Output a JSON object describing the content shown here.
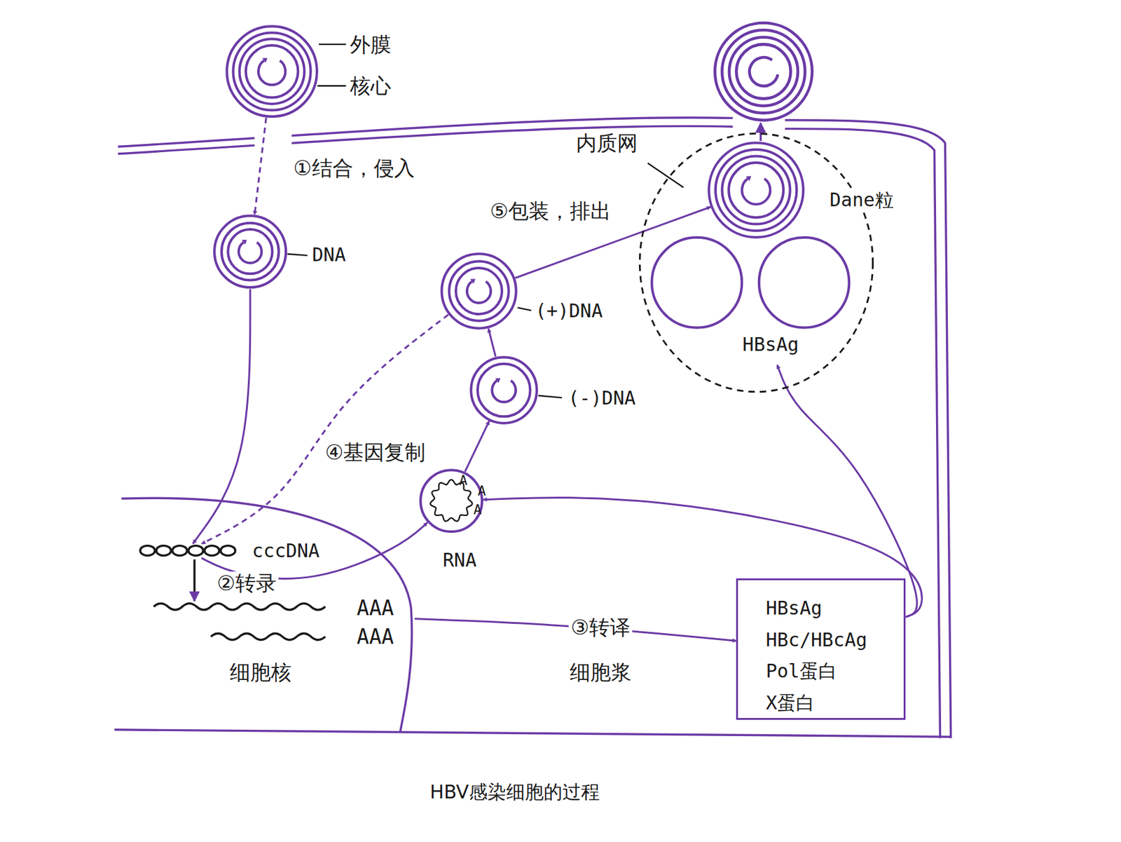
{
  "diagram": {
    "caption": "HBV感染细胞的过程",
    "nodes": [
      {
        "text": [
          "外膜",
          "核心"
        ]
      },
      {
        "text": [
          "DNA"
        ]
      },
      {
        "text": [
          "细胞核"
        ]
      },
      {
        "text": [
          "cccDNA"
        ],
        "in": 2
      },
      {
        "text": [
          "RNA"
        ]
      },
      {
        "text": [
          "(-)DNA"
        ]
      },
      {
        "text": [
          "(+)DNA"
        ]
      },
      {
        "text": [
          "内质网"
        ]
      },
      {
        "text": [
          "Dane粒"
        ],
        "in": 7
      },
      {
        "text": [
          "HBsAg"
        ],
        "in": 7
      },
      {
        "text": [
          "HBsAg",
          "HBc/HBcAg",
          "Pol蛋白",
          "X蛋白"
        ]
      }
    ],
    "edges": [
      {
        "from": 0,
        "to": 1,
        "label": "①结合，侵入",
        "arrow": "to"
      },
      {
        "from": 1,
        "to": 3,
        "arrow": "to"
      },
      {
        "from": 6,
        "to": 3,
        "label": "④基因复制",
        "arrow": "to"
      },
      {
        "from": 3,
        "to": 4,
        "label": "②转录",
        "arrow": "to"
      },
      {
        "from": 4,
        "to": 5,
        "arrow": "to"
      },
      {
        "from": 5,
        "to": 6,
        "arrow": "to"
      },
      {
        "from": 6,
        "to": 8,
        "label": "⑤包装，排出",
        "arrow": "to"
      },
      {
        "from": 2,
        "to": 10,
        "label": "③转译",
        "arrow": "to"
      },
      {
        "from": 10,
        "to": 4,
        "arrow": "to"
      },
      {
        "from": 10,
        "to": 9,
        "arrow": "to"
      }
    ],
    "labels": [
      "A",
      "A",
      "A",
      "AAA",
      "AAA",
      "细胞浆"
    ]
  }
}
